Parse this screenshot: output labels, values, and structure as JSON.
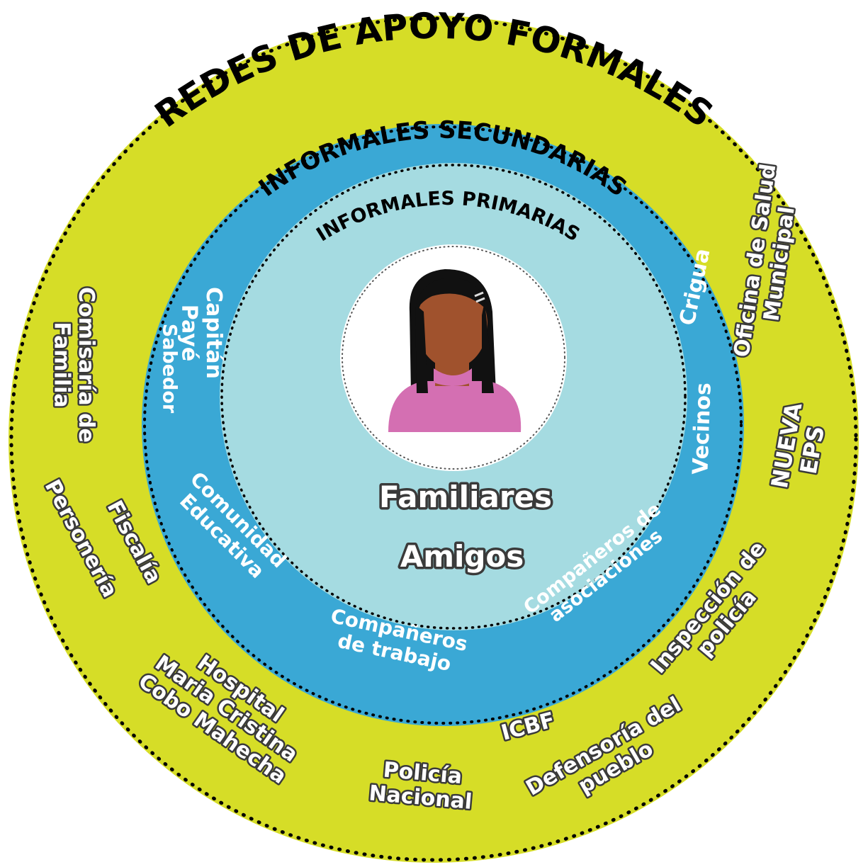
{
  "rings": {
    "formal": {
      "title": "REDES DE APOYO FORMALES",
      "color": "#d6dd27"
    },
    "secondary": {
      "title": "INFORMALES SECUNDARIAS",
      "color": "#3aa8d5"
    },
    "primary": {
      "title": "INFORMALES PRIMARIAS",
      "color": "#a5dbe1"
    }
  },
  "center": {
    "avatar": "person-avatar-icon",
    "skin_color": "#a0522d",
    "hair_color": "#111111",
    "shirt_color": "#d46fb2",
    "labels": [
      "Familiares",
      "Amigos"
    ]
  },
  "secondary_labels": [
    {
      "lines": [
        "Capitán",
        "Payé"
      ]
    },
    {
      "lines": [
        "Sabedor"
      ]
    },
    {
      "lines": [
        "Comunidad",
        "Educativa"
      ]
    },
    {
      "lines": [
        "Compañeros",
        "de trabajo"
      ]
    },
    {
      "lines": [
        "Compañeros de",
        "asociaciones"
      ]
    },
    {
      "lines": [
        "Vecinos"
      ]
    },
    {
      "lines": [
        "Crigua"
      ]
    }
  ],
  "formal_labels": [
    {
      "lines": [
        "Comisaría de",
        "Familia"
      ]
    },
    {
      "lines": [
        "Personería"
      ]
    },
    {
      "lines": [
        "Fiscalía"
      ]
    },
    {
      "lines": [
        "Hospital",
        "Maria Cristina",
        "Cobo Mahecha"
      ]
    },
    {
      "lines": [
        "Policía",
        "Nacional"
      ]
    },
    {
      "lines": [
        "ICBF"
      ]
    },
    {
      "lines": [
        "Defensoría del",
        "pueblo"
      ]
    },
    {
      "lines": [
        "Inspección de",
        "policía"
      ]
    },
    {
      "lines": [
        "NUEVA",
        "EPS"
      ]
    },
    {
      "lines": [
        "Oficina de Salud",
        "Municipal"
      ]
    }
  ]
}
